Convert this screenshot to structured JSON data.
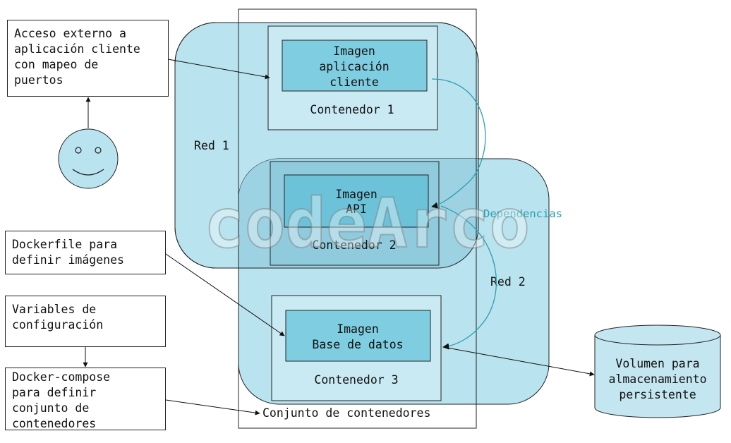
{
  "diagram": {
    "notes": {
      "external_access": "Acceso externo a\naplicación cliente\ncon mapeo de\npuertos",
      "dockerfile": "Dockerfile para\ndefinir imágenes",
      "config_vars": "Variables de\nconfiguración",
      "compose": "Docker-compose\npara definir\nconjunto de\ncontenedores"
    },
    "networks": {
      "red1": "Red 1",
      "red2": "Red 2"
    },
    "containers": {
      "c1": {
        "label": "Contenedor 1",
        "image": [
          "Imagen",
          "aplicación",
          "cliente"
        ]
      },
      "c2": {
        "label": "Contenedor 2",
        "image": [
          "Imagen",
          "API"
        ]
      },
      "c3": {
        "label": "Contenedor 3",
        "image": [
          "Imagen",
          "Base de datos"
        ]
      }
    },
    "dependencies_label": "Dependencias",
    "set_label": "Conjunto de contenedores",
    "volume": [
      "Volumen para",
      "almacenamiento",
      "persistente"
    ],
    "watermark": "codeArco",
    "colors": {
      "network_fill": "#b9e3ee",
      "network_overlap": "#9dd2e2",
      "image_fill": "#7ecde0",
      "dependency_line": "#2a9fb0",
      "volume_fill": "#c4e6f0"
    }
  }
}
